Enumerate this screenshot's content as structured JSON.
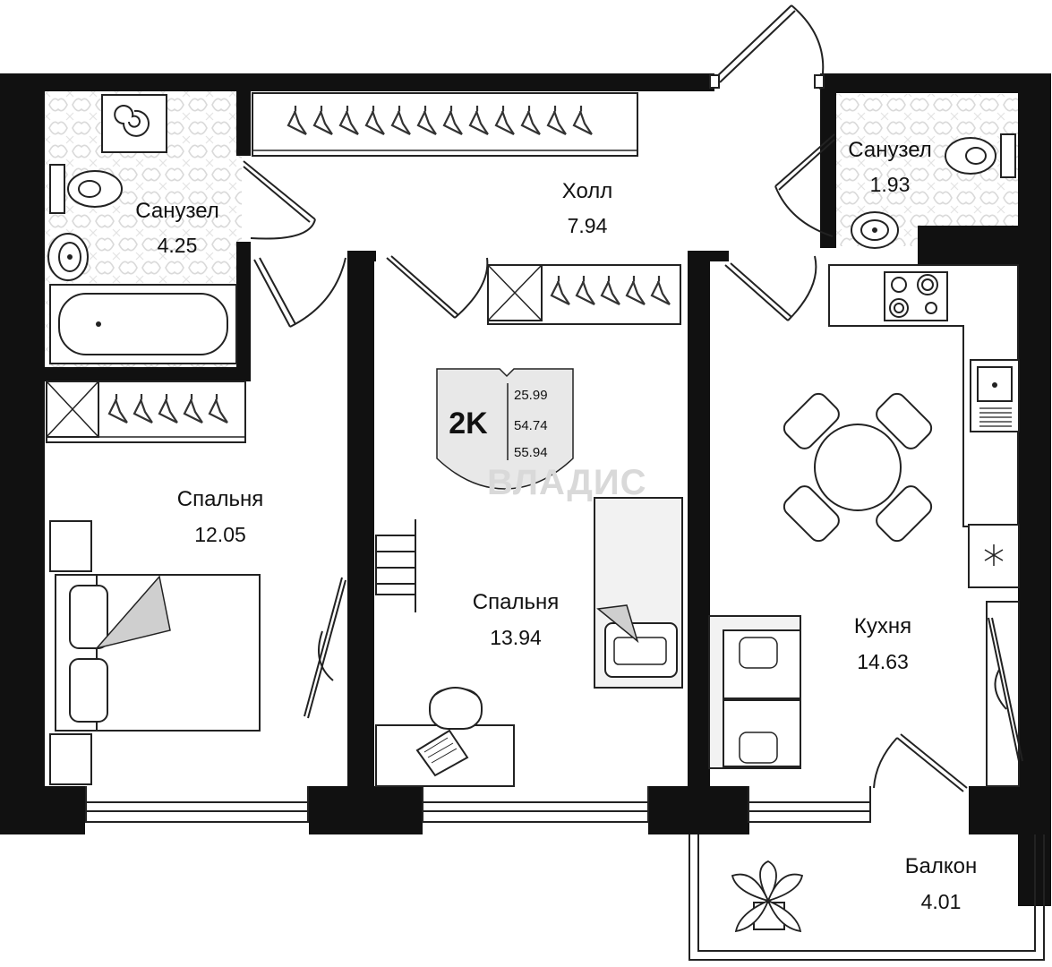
{
  "plan": {
    "badge": {
      "type": "2K",
      "living_area": "25.99",
      "total_area": "54.74",
      "total_area_with_balcony": "55.94"
    },
    "watermark": "ВЛАДИС",
    "rooms": [
      {
        "id": "bath-left",
        "name": "Санузел",
        "area": "4.25"
      },
      {
        "id": "hall",
        "name": "Холл",
        "area": "7.94"
      },
      {
        "id": "bath-right",
        "name": "Санузел",
        "area": "1.93"
      },
      {
        "id": "bedroom-left",
        "name": "Спальня",
        "area": "12.05"
      },
      {
        "id": "bedroom-center",
        "name": "Спальня",
        "area": "13.94"
      },
      {
        "id": "kitchen",
        "name": "Кухня",
        "area": "14.63"
      },
      {
        "id": "balcony",
        "name": "Балкон",
        "area": "4.01"
      }
    ],
    "icons": [
      "boiler-icon",
      "toilet-icon",
      "sink-icon",
      "bathtub-icon",
      "wardrobe-icon",
      "bed-icon",
      "desk-icon",
      "chair-icon",
      "laptop-icon",
      "armchair-icon",
      "stove-icon",
      "kitchen-sink-icon",
      "dining-table-icon",
      "sofa-icon",
      "plant-icon",
      "door-icon",
      "window-icon"
    ],
    "colors": {
      "wall": "#111111",
      "line": "#222222",
      "fixture": "#e6e6e6",
      "furniture-fill": "#f2f2f2"
    }
  }
}
